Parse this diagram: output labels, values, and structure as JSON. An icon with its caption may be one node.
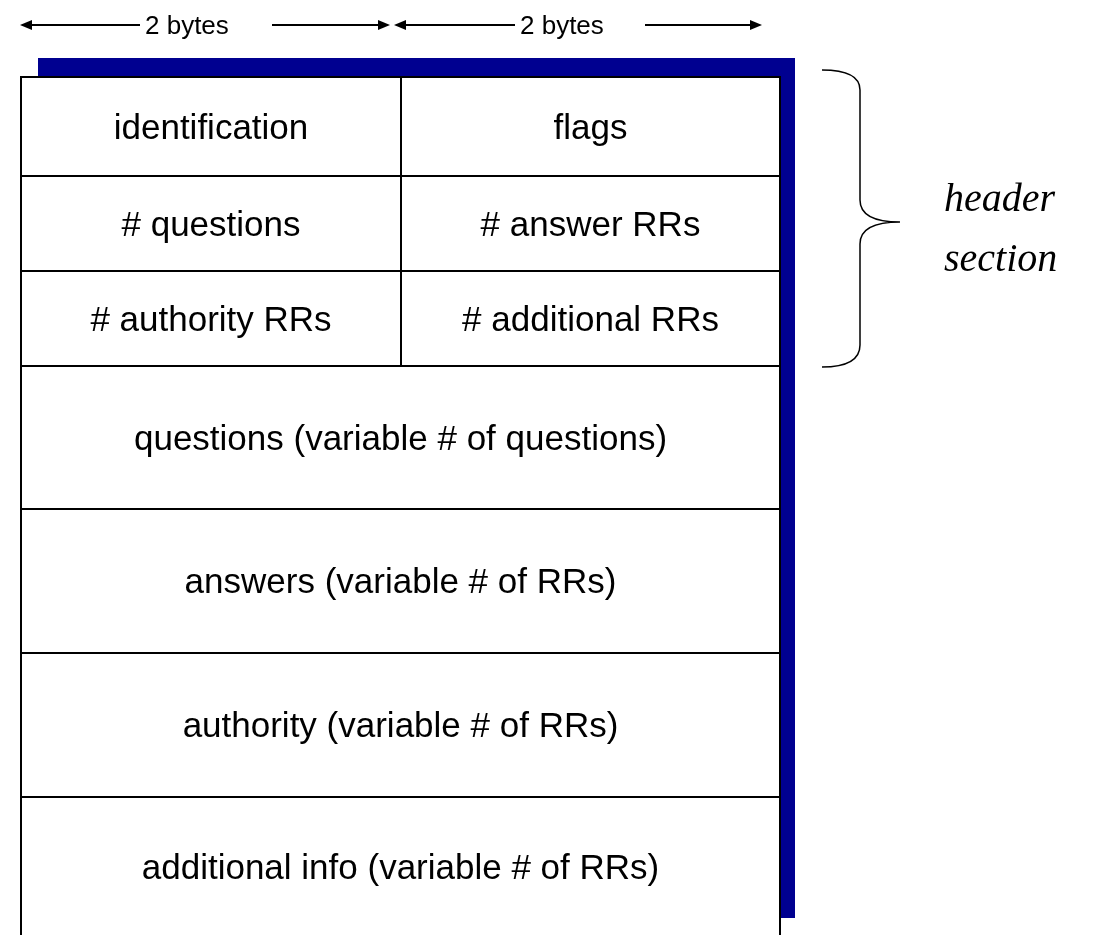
{
  "diagram": {
    "nodes": [
      {
        "text": [
          "identification"
        ]
      },
      {
        "text": [
          "flags"
        ]
      },
      {
        "text": [
          "# questions"
        ]
      },
      {
        "text": [
          "# answer RRs"
        ]
      },
      {
        "text": [
          "# authority RRs"
        ]
      },
      {
        "text": [
          "# additional RRs"
        ]
      },
      {
        "text": [
          "questions (variable # of questions)"
        ]
      },
      {
        "text": [
          "answers (variable # of RRs)"
        ]
      },
      {
        "text": [
          "authority (variable # of RRs)"
        ]
      },
      {
        "text": [
          "additional info (variable # of RRs)"
        ]
      }
    ],
    "labels": [
      "2 bytes",
      "2 bytes",
      "header section"
    ]
  }
}
